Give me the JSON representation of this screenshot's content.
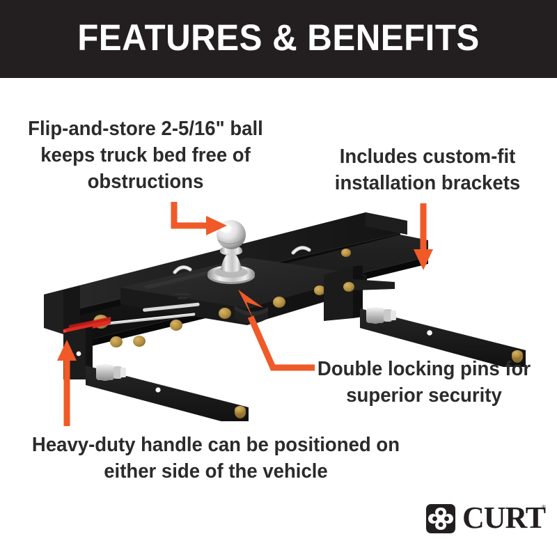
{
  "header": {
    "title": "FEATURES & BENEFITS",
    "background_color": "#231f20",
    "text_color": "#ffffff"
  },
  "theme": {
    "accent_color": "#f05a28",
    "text_color": "#2b2b2b",
    "page_background": "#ffffff",
    "product_body_color": "#1a1a1a",
    "handle_color": "#e12a22",
    "hardware_color": "#b08a3e",
    "chrome_color": "#dcdcdc"
  },
  "callouts": [
    {
      "name": "flip-and-store-ball",
      "lines": "Flip-and-store 2-5/16\" ball keeps truck bed free of obstructions",
      "arrow": "elbow-down-then-right"
    },
    {
      "name": "custom-fit-brackets",
      "lines": "Includes custom-fit installation brackets",
      "arrow": "straight-down"
    },
    {
      "name": "double-locking-pins",
      "lines": "Double locking pins for superior security",
      "arrow": "elbow-left-then-up-diagonal"
    },
    {
      "name": "heavy-duty-handle",
      "lines": "Heavy-duty handle can be positioned on either side of the vehicle",
      "arrow": "straight-up"
    }
  ],
  "product": {
    "name": "double-lock-gooseneck-hitch",
    "description": "Black powder-coated gooseneck hitch rail with flip-and-store chrome ball, red handle and two custom-fit installation brackets"
  },
  "logo": {
    "wordmark": "CURT",
    "registered_mark": "®",
    "mark_name": "curt-clover-mark"
  }
}
